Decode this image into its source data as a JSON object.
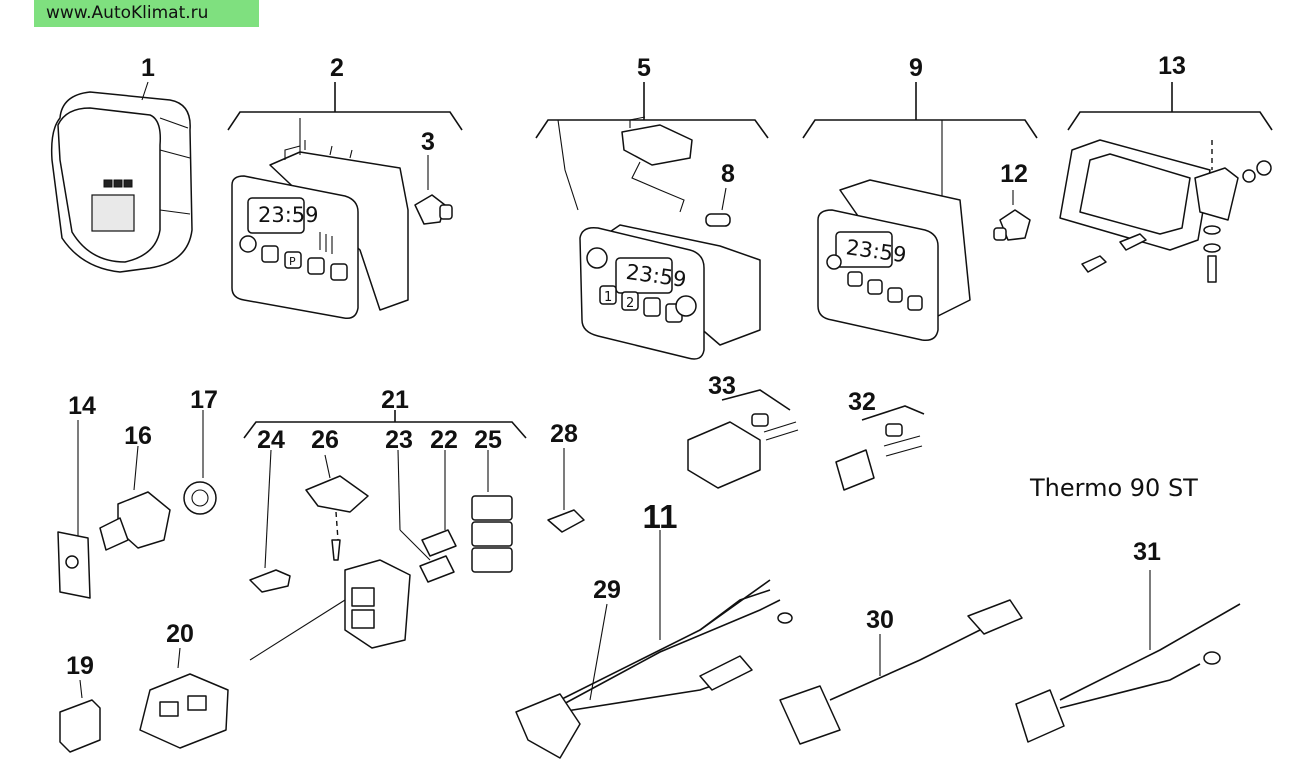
{
  "header": {
    "site": "www.AutoKlimat.ru"
  },
  "model": "Thermo 90 ST",
  "callouts": [
    "1",
    "2",
    "3",
    "5",
    "8",
    "9",
    "12",
    "13",
    "14",
    "16",
    "17",
    "21",
    "24",
    "26",
    "23",
    "22",
    "25",
    "28",
    "33",
    "32",
    "11",
    "29",
    "30",
    "31",
    "19",
    "20"
  ],
  "displays": {
    "time": "23:59"
  },
  "timer_labels": {
    "button_p": "P",
    "preset_1": "1",
    "preset_2": "2"
  }
}
